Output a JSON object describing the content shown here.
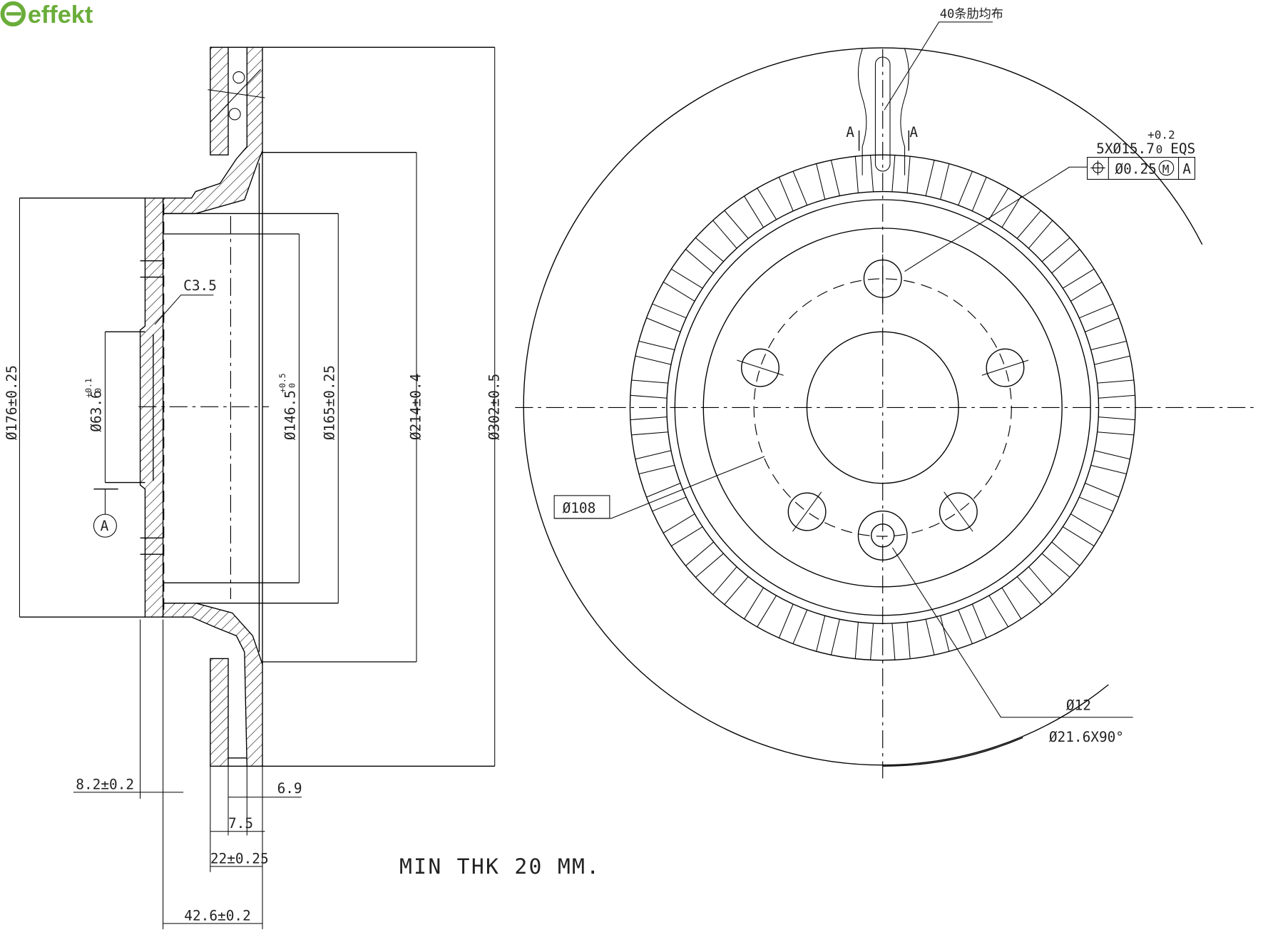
{
  "brand": {
    "logo_text": "effekt",
    "color": "#6aad3a"
  },
  "section_view": {
    "dimensions": {
      "d302": "Ø302±0.5",
      "d214": "Ø214±0.4",
      "d165": "Ø165±0.25",
      "d146": "Ø146.5",
      "d146_tol_upper": "+0.5",
      "d146_tol_lower": "0",
      "d176": "Ø176±0.25",
      "d63": "Ø63.6",
      "d63_tol_upper": "+0.1",
      "d63_tol_lower": "0",
      "chamfer": "C3.5",
      "hub_thk": "8.2±0.2",
      "plate_outer": "6.9",
      "plate_inner": "7.5",
      "disc_thk": "22±0.25",
      "total_height": "42.6±0.2"
    },
    "datum": "A"
  },
  "front_view": {
    "rib_note": "40条肋均布",
    "rib_count": 40,
    "section_mark_left": "A",
    "section_mark_right": "A",
    "hole_callout": "5XØ15.7",
    "hole_tol_upper": "+0.2",
    "hole_tol_lower": "0",
    "hole_eqs": "EQS",
    "position_symbol": "⌖",
    "position_tol": "Ø0.25",
    "mmc": "M",
    "datum_ref": "A",
    "pcd": "Ø108",
    "pin_hole": "Ø12",
    "pin_chamfer": "Ø21.6X90°"
  },
  "note": "MIN THK 20 MM."
}
